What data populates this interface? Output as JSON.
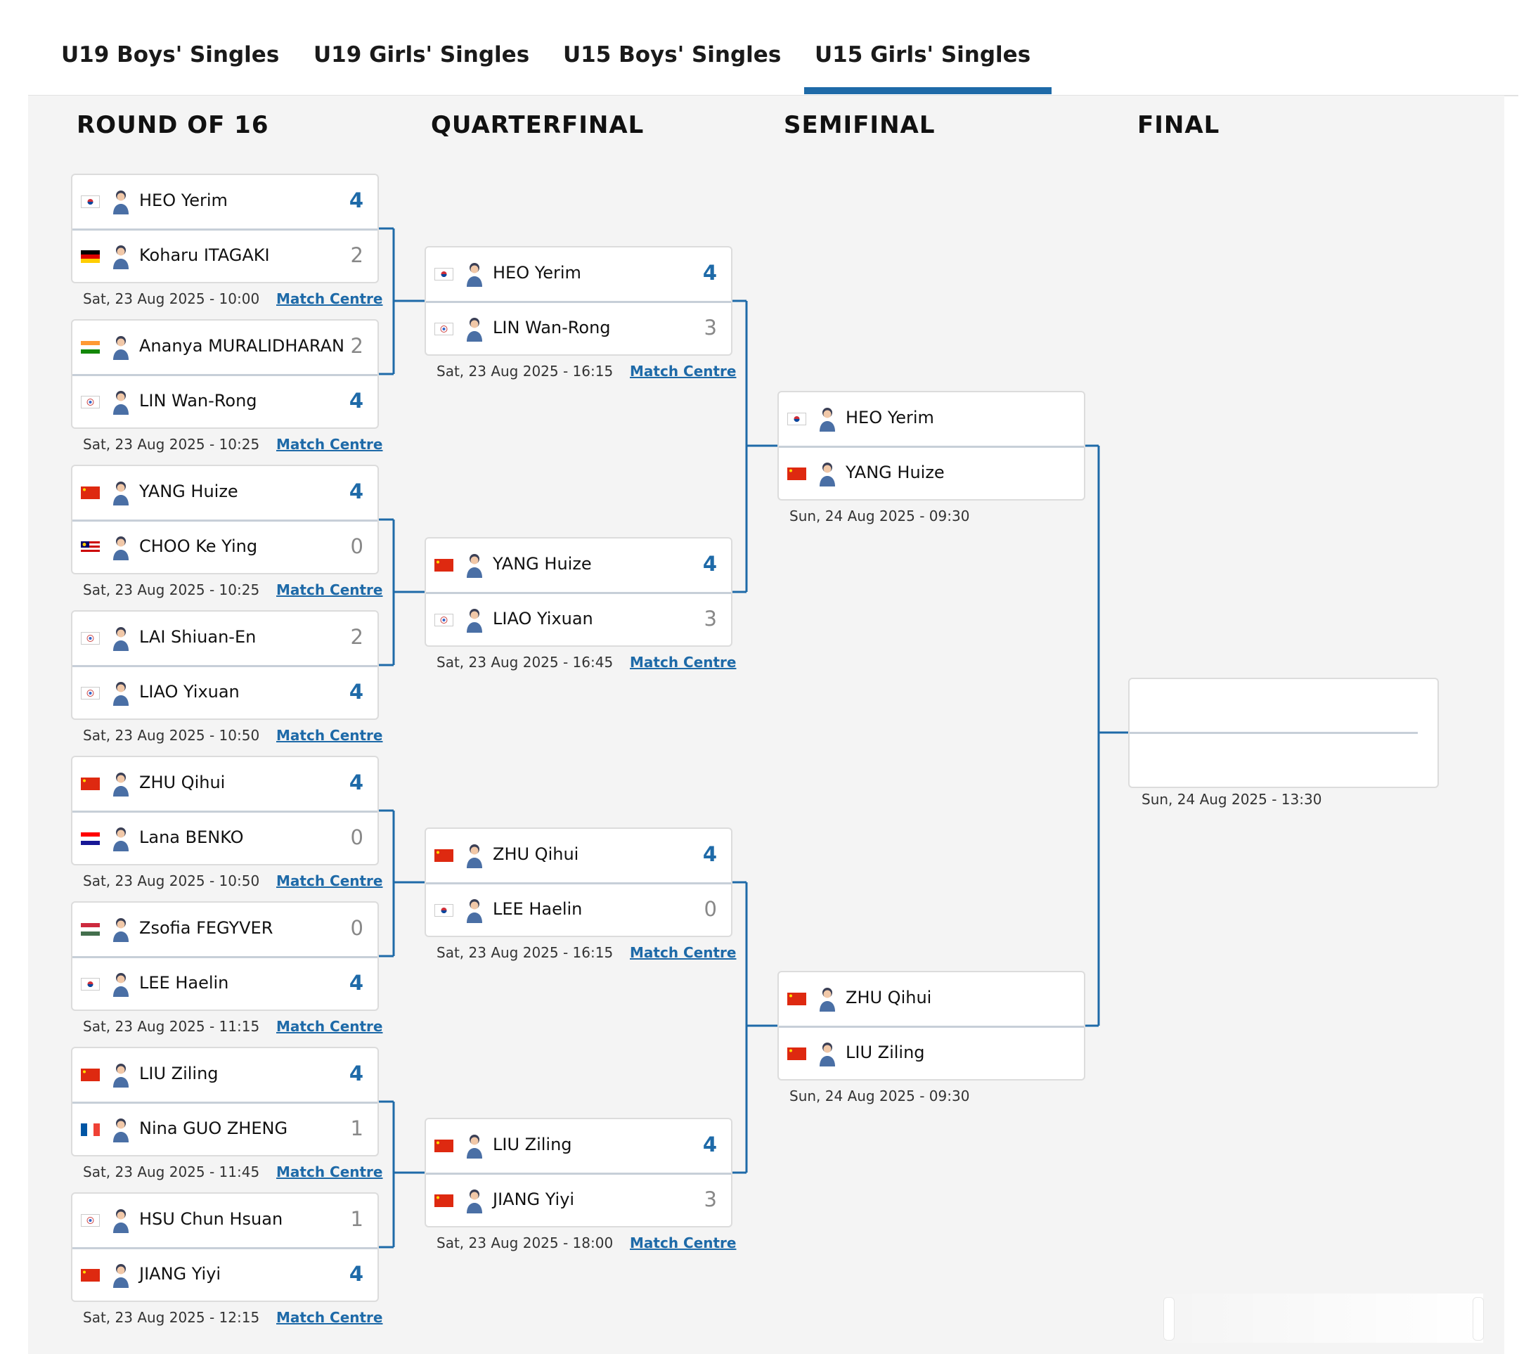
{
  "tabs": [
    {
      "label": "U19 Boys' Singles"
    },
    {
      "label": "U19 Girls' Singles"
    },
    {
      "label": "U15 Boys' Singles"
    },
    {
      "label": "U15 Girls' Singles",
      "active": true
    }
  ],
  "rounds": [
    {
      "title": "ROUND OF 16"
    },
    {
      "title": "QUARTERFINAL"
    },
    {
      "title": "SEMIFINAL"
    },
    {
      "title": "FINAL"
    }
  ],
  "match_link_label": "Match Centre",
  "colors": {
    "accent": "#1e6aa8",
    "panel_bg": "#f4f4f4",
    "card_border": "#dcdcdc"
  },
  "r16": [
    {
      "p1": {
        "name": "HEO Yerim",
        "score": "4",
        "win": true,
        "flag": "kor"
      },
      "p2": {
        "name": "Koharu ITAGAKI",
        "score": "2",
        "win": false,
        "flag": "ger"
      },
      "date": "Sat, 23 Aug 2025 - 10:00"
    },
    {
      "p1": {
        "name": "Ananya MURALIDHARAN",
        "score": "2",
        "win": false,
        "flag": "ind"
      },
      "p2": {
        "name": "LIN Wan-Rong",
        "score": "4",
        "win": true,
        "flag": "tpe"
      },
      "date": "Sat, 23 Aug 2025 - 10:25"
    },
    {
      "p1": {
        "name": "YANG Huize",
        "score": "4",
        "win": true,
        "flag": "chn"
      },
      "p2": {
        "name": "CHOO Ke Ying",
        "score": "0",
        "win": false,
        "flag": "mas"
      },
      "date": "Sat, 23 Aug 2025 - 10:25"
    },
    {
      "p1": {
        "name": "LAI Shiuan-En",
        "score": "2",
        "win": false,
        "flag": "tpe"
      },
      "p2": {
        "name": "LIAO Yixuan",
        "score": "4",
        "win": true,
        "flag": "tpe"
      },
      "date": "Sat, 23 Aug 2025 - 10:50"
    },
    {
      "p1": {
        "name": "ZHU Qihui",
        "score": "4",
        "win": true,
        "flag": "chn"
      },
      "p2": {
        "name": "Lana BENKO",
        "score": "0",
        "win": false,
        "flag": "cro"
      },
      "date": "Sat, 23 Aug 2025 - 10:50"
    },
    {
      "p1": {
        "name": "Zsofia FEGYVER",
        "score": "0",
        "win": false,
        "flag": "hun"
      },
      "p2": {
        "name": "LEE Haelin",
        "score": "4",
        "win": true,
        "flag": "kor"
      },
      "date": "Sat, 23 Aug 2025 - 11:15"
    },
    {
      "p1": {
        "name": "LIU Ziling",
        "score": "4",
        "win": true,
        "flag": "chn"
      },
      "p2": {
        "name": "Nina GUO ZHENG",
        "score": "1",
        "win": false,
        "flag": "fra"
      },
      "date": "Sat, 23 Aug 2025 - 11:45"
    },
    {
      "p1": {
        "name": "HSU Chun Hsuan",
        "score": "1",
        "win": false,
        "flag": "tpe"
      },
      "p2": {
        "name": "JIANG Yiyi",
        "score": "4",
        "win": true,
        "flag": "chn"
      },
      "date": "Sat, 23 Aug 2025 - 12:15"
    }
  ],
  "qf": [
    {
      "p1": {
        "name": "HEO Yerim",
        "score": "4",
        "win": true,
        "flag": "kor"
      },
      "p2": {
        "name": "LIN Wan-Rong",
        "score": "3",
        "win": false,
        "flag": "tpe"
      },
      "date": "Sat, 23 Aug 2025 - 16:15"
    },
    {
      "p1": {
        "name": "YANG Huize",
        "score": "4",
        "win": true,
        "flag": "chn"
      },
      "p2": {
        "name": "LIAO Yixuan",
        "score": "3",
        "win": false,
        "flag": "tpe"
      },
      "date": "Sat, 23 Aug 2025 - 16:45"
    },
    {
      "p1": {
        "name": "ZHU Qihui",
        "score": "4",
        "win": true,
        "flag": "chn"
      },
      "p2": {
        "name": "LEE Haelin",
        "score": "0",
        "win": false,
        "flag": "kor"
      },
      "date": "Sat, 23 Aug 2025 - 16:15"
    },
    {
      "p1": {
        "name": "LIU Ziling",
        "score": "4",
        "win": true,
        "flag": "chn"
      },
      "p2": {
        "name": "JIANG Yiyi",
        "score": "3",
        "win": false,
        "flag": "chn"
      },
      "date": "Sat, 23 Aug 2025 - 18:00"
    }
  ],
  "sf": [
    {
      "p1": {
        "name": "HEO Yerim",
        "score": "",
        "win": false,
        "flag": "kor"
      },
      "p2": {
        "name": "YANG Huize",
        "score": "",
        "win": false,
        "flag": "chn"
      },
      "date": "Sun, 24 Aug 2025 - 09:30"
    },
    {
      "p1": {
        "name": "ZHU Qihui",
        "score": "",
        "win": false,
        "flag": "chn"
      },
      "p2": {
        "name": "LIU Ziling",
        "score": "",
        "win": false,
        "flag": "chn"
      },
      "date": "Sun, 24 Aug 2025 - 09:30"
    }
  ],
  "final": {
    "date": "Sun, 24 Aug 2025 - 13:30"
  }
}
